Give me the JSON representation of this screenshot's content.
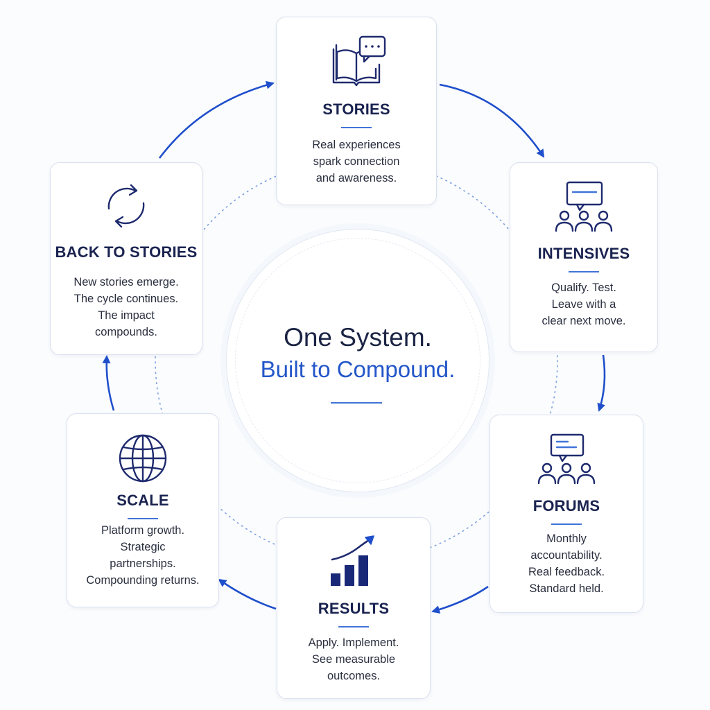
{
  "center": {
    "line1": "One System.",
    "line2": "Built to Compound."
  },
  "stages": {
    "stories": {
      "title": "STORIES",
      "lines": [
        "Real experiences",
        "spark connection",
        "and awareness."
      ],
      "icon": "book-chat-icon"
    },
    "intensives": {
      "title": "INTENSIVES",
      "lines": [
        "Qualify. Test.",
        "Leave with a",
        "clear next move."
      ],
      "icon": "group-chat-icon"
    },
    "forums": {
      "title": "FORUMS",
      "lines": [
        "Monthly",
        "accountability.",
        "Real feedback.",
        "Standard held."
      ],
      "icon": "group-discussion-icon"
    },
    "results": {
      "title": "RESULTS",
      "lines": [
        "Apply. Implement.",
        "See measurable",
        "outcomes."
      ],
      "icon": "growth-chart-icon"
    },
    "scale": {
      "title": "SCALE",
      "lines": [
        "Platform growth.",
        "Strategic",
        "partnerships.",
        "Compounding returns."
      ],
      "icon": "globe-icon"
    },
    "back_to_stories": {
      "title": "BACK TO STORIES",
      "lines": [
        "New stories emerge.",
        "The cycle continues.",
        "The impact",
        "compounds."
      ],
      "icon": "refresh-cycle-icon"
    }
  },
  "colors": {
    "accent": "#2356c9",
    "navy": "#1a2350",
    "card_border": "#d9e1ef"
  }
}
